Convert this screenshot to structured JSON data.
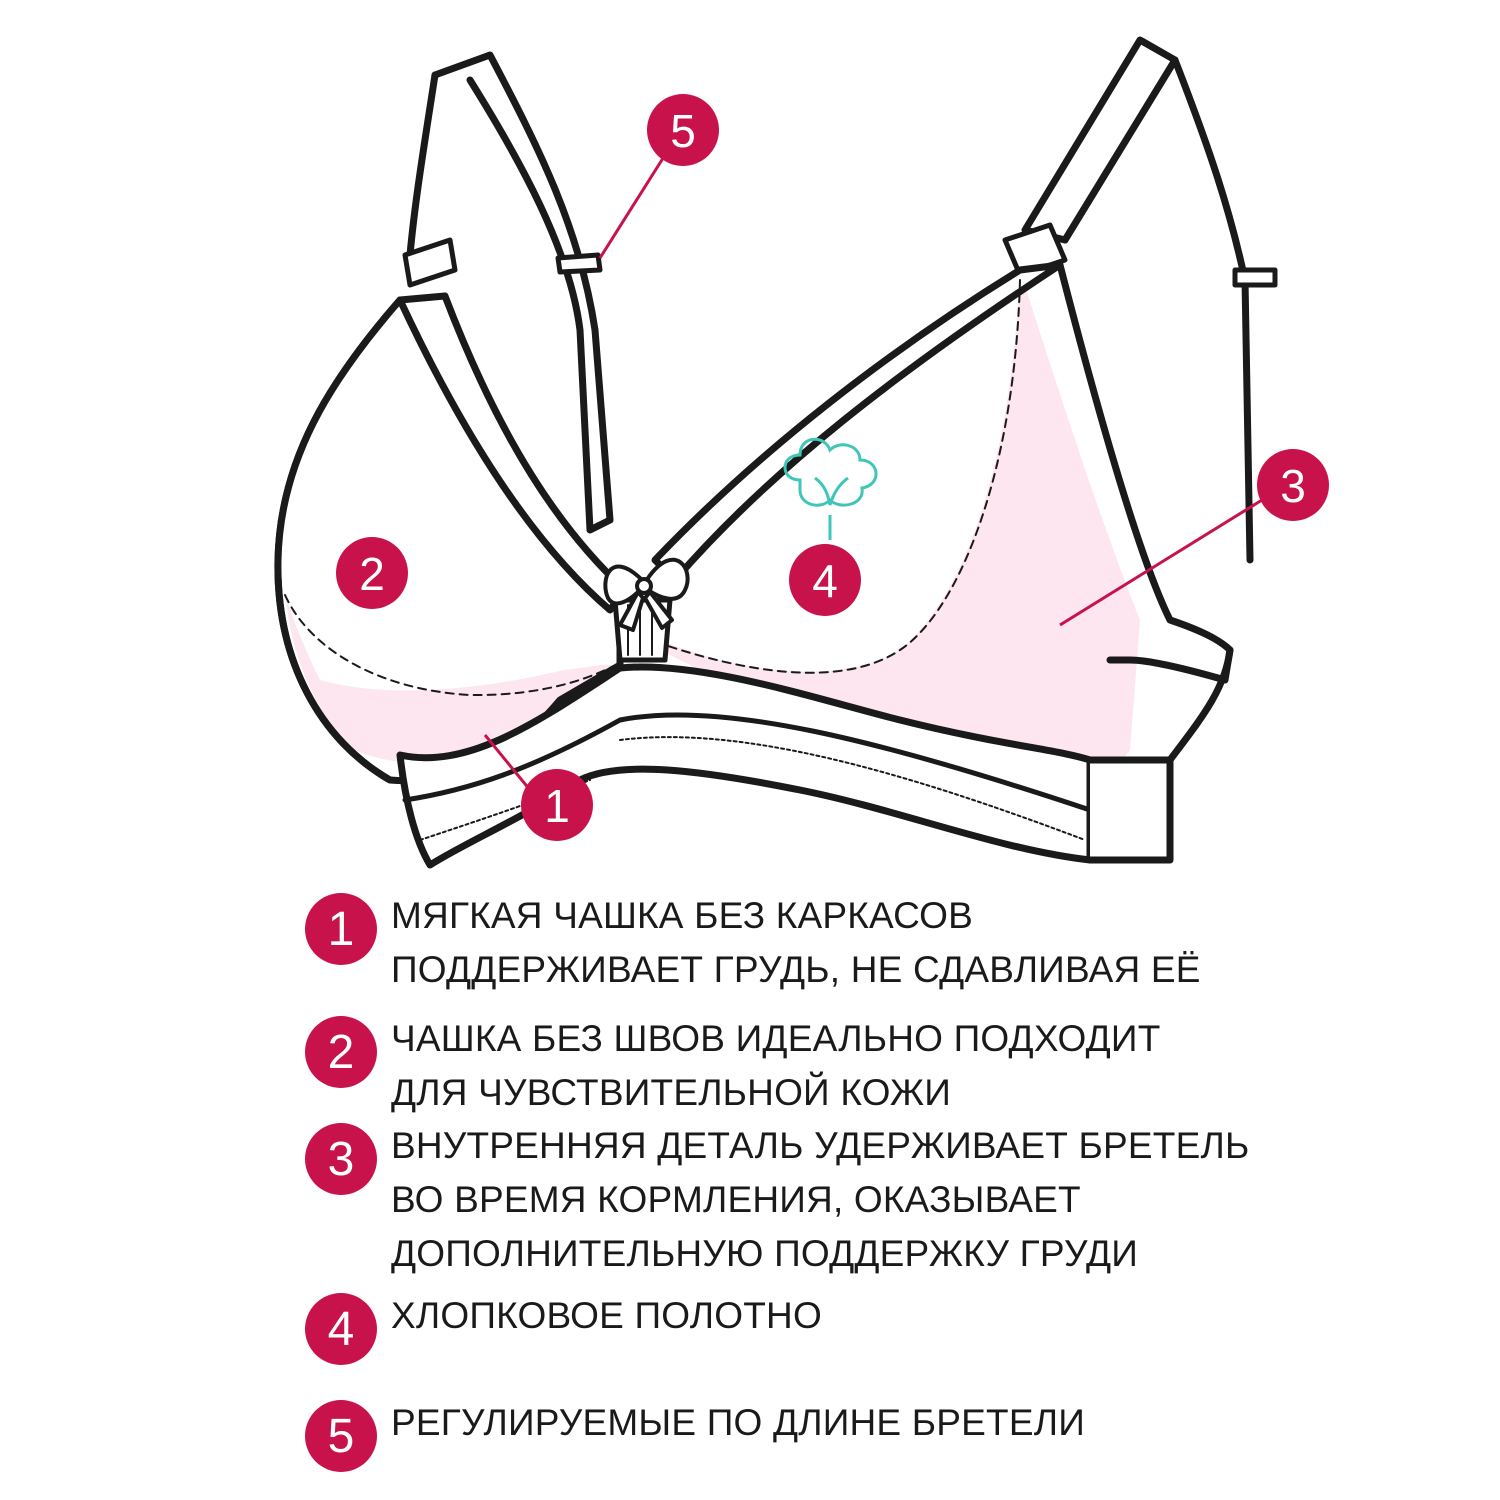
{
  "accent_color": "#c8124b",
  "lining_color": "#fde6ef",
  "cotton_icon_color": "#3fc6b8",
  "icons": [
    "cotton-flower-icon",
    "bow-icon",
    "strap-slider-icon"
  ],
  "markers": [
    {
      "num": "1"
    },
    {
      "num": "2"
    },
    {
      "num": "3"
    },
    {
      "num": "4"
    },
    {
      "num": "5"
    }
  ],
  "legend": [
    {
      "num": "1",
      "lines": [
        "МЯГКАЯ ЧАШКА БЕЗ КАРКАСОВ",
        "ПОДДЕРЖИВАЕТ ГРУДЬ, НЕ СДАВЛИВАЯ ЕЁ"
      ]
    },
    {
      "num": "2",
      "lines": [
        "ЧАШКА БЕЗ ШВОВ ИДЕАЛЬНО ПОДХОДИТ",
        "ДЛЯ ЧУВСТВИТЕЛЬНОЙ КОЖИ"
      ]
    },
    {
      "num": "3",
      "lines": [
        "ВНУТРЕННЯЯ ДЕТАЛЬ УДЕРЖИВАЕТ БРЕТЕЛЬ",
        "ВО ВРЕМЯ КОРМЛЕНИЯ, ОКАЗЫВАЕТ",
        "ДОПОЛНИТЕЛЬНУЮ ПОДДЕРЖКУ ГРУДИ"
      ]
    },
    {
      "num": "4",
      "lines": [
        "ХЛОПКОВОЕ ПОЛОТНО"
      ]
    },
    {
      "num": "5",
      "lines": [
        "РЕГУЛИРУЕМЫЕ ПО ДЛИНЕ БРЕТЕЛИ"
      ]
    }
  ]
}
